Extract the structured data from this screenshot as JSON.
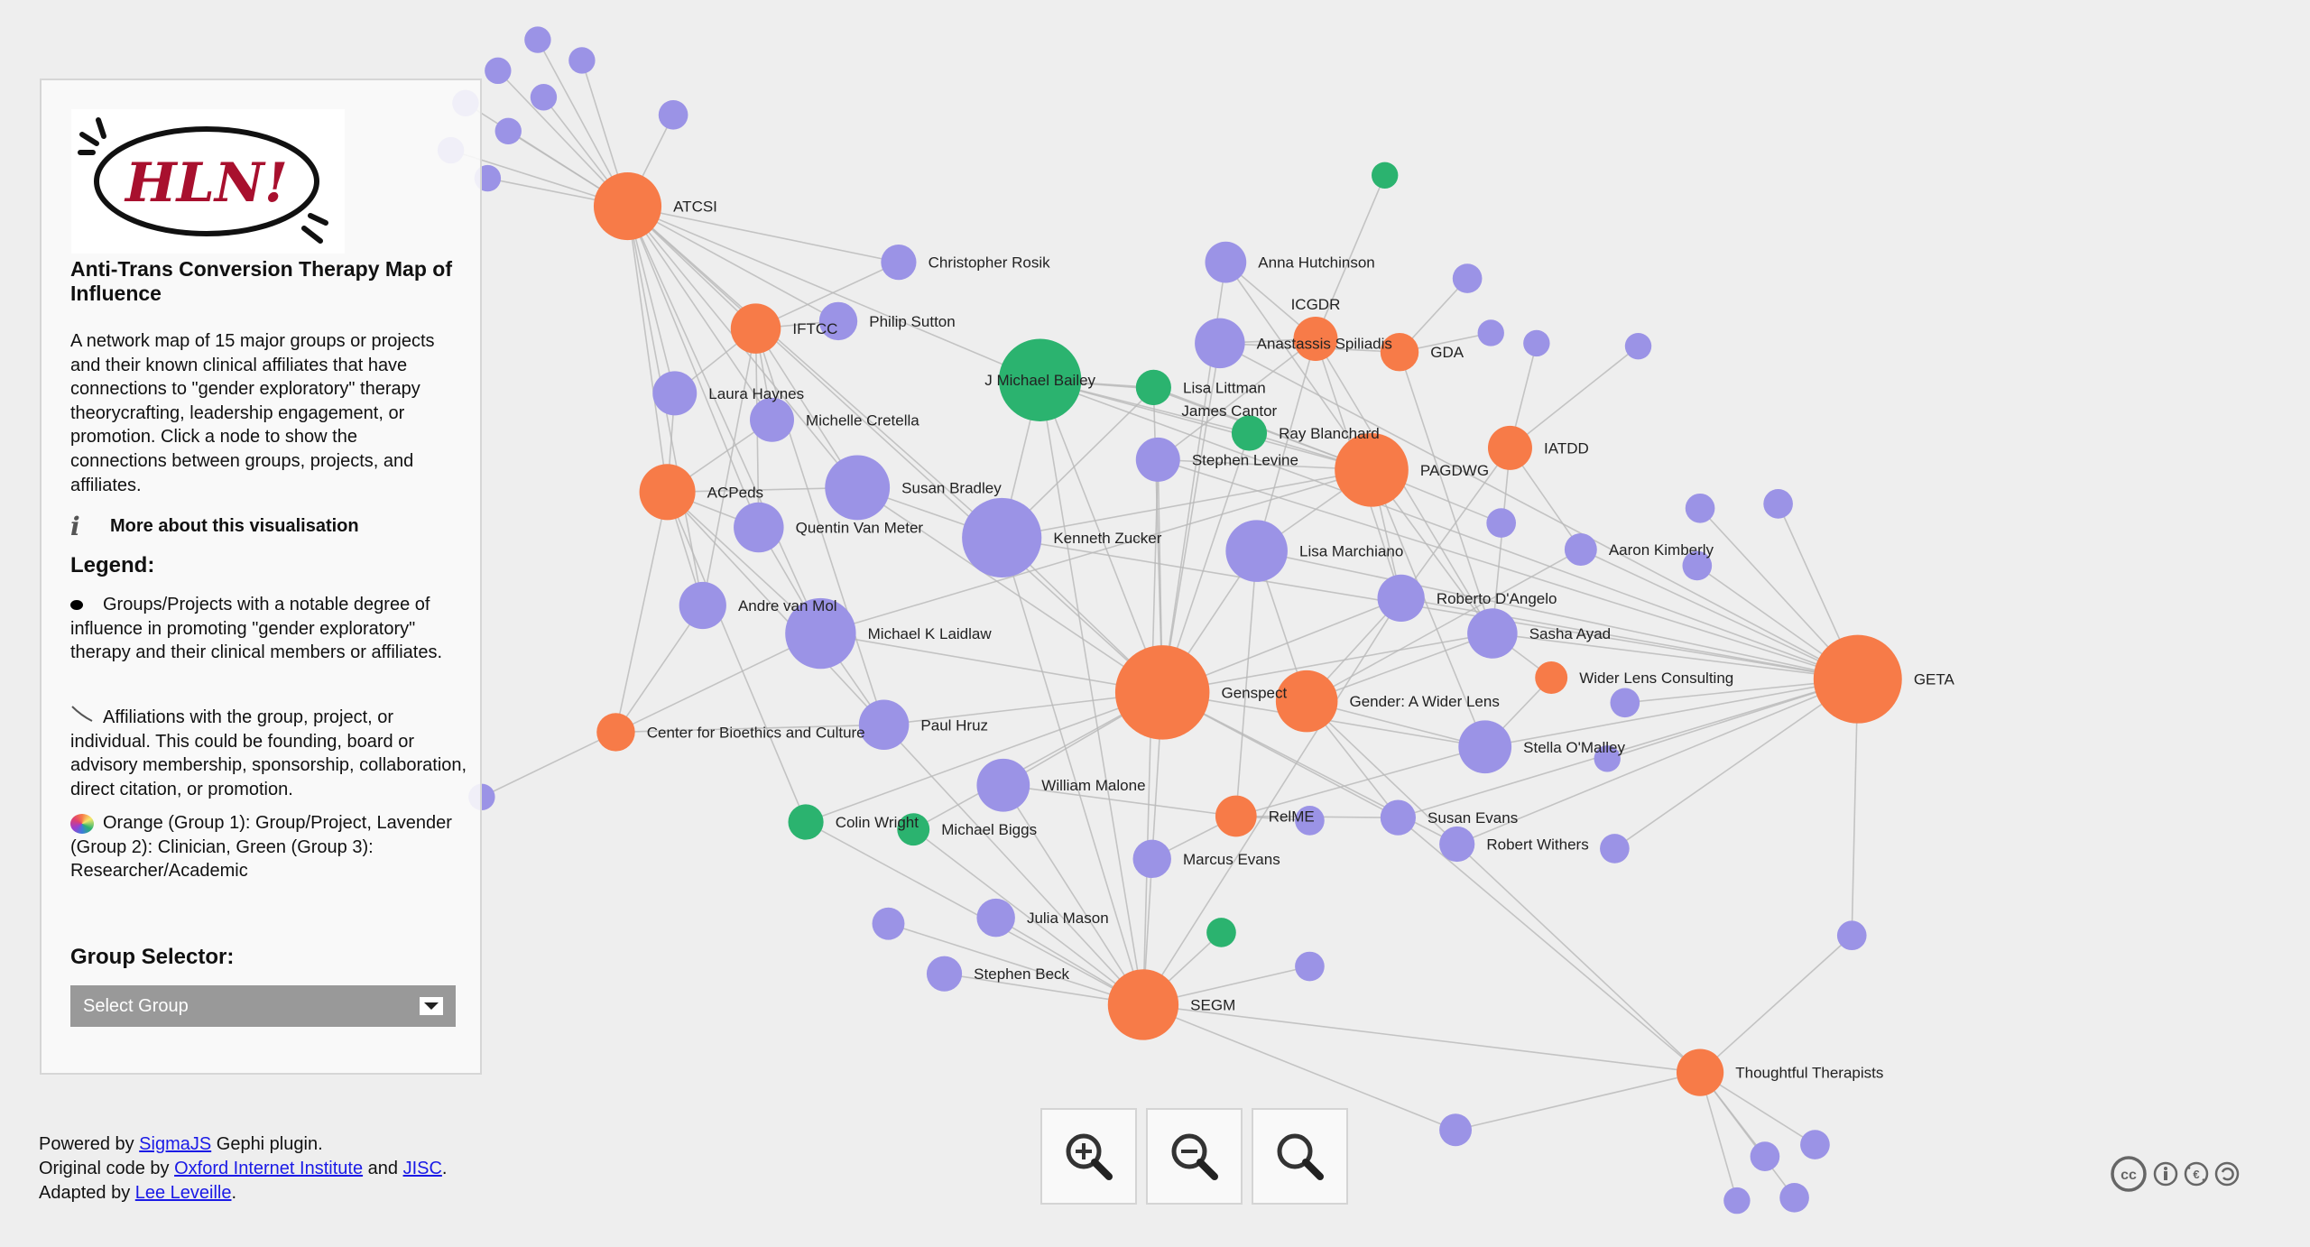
{
  "panel": {
    "logo_text": "HLN!",
    "title": "Anti-Trans Conversion Therapy Map of Influence",
    "description": "A network map of 15 major groups or projects and their known clinical affiliates that have connections to \"gender exploratory\" therapy theorycrafting, leadership engagement, or promotion. Click a node to show the connections between groups, projects, and affiliates.",
    "more_link": "More about this visualisation",
    "legend_heading": "Legend:",
    "legend": [
      "Groups/Projects with a notable degree of influence in promoting \"gender exploratory\" therapy and their clinical members or affiliates.",
      "Affiliations with the group, project, or individual. This could be founding, board or advisory membership, sponsorship, collaboration, direct citation, or promotion.",
      "Orange (Group 1): Group/Project, Lavender (Group 2): Clinician, Green (Group 3): Researcher/Academic"
    ],
    "group_selector_heading": "Group Selector:",
    "group_selector_value": "Select Group"
  },
  "footer": {
    "line1_prefix": "Powered by ",
    "line1_link": "SigmaJS",
    "line1_suffix": " Gephi plugin.",
    "line2_prefix": "Original code by ",
    "line2_link1": "Oxford Internet Institute",
    "line2_mid": " and ",
    "line2_link2": "JISC",
    "line2_suffix": ".",
    "line3_prefix": "Adapted by ",
    "line3_link": "Lee Leveille",
    "line3_suffix": "."
  },
  "controls": {
    "zoom_in": "zoom-in",
    "zoom_out": "zoom-out",
    "reset": "zoom-reset"
  },
  "license": "cc-by-nc-sa",
  "colors": {
    "group1": "#f77b48",
    "group2": "#9b93e6",
    "group3": "#2bb36f",
    "edge": "#b9b9b9"
  },
  "graph": {
    "nodes": [
      {
        "id": "atcsi",
        "label": "ATCSI",
        "group": 1
      },
      {
        "id": "iftcc",
        "label": "IFTCC",
        "group": 1
      },
      {
        "id": "acpeds",
        "label": "ACPeds",
        "group": 1
      },
      {
        "id": "cbc",
        "label": "Center for Bioethics and Culture",
        "group": 1
      },
      {
        "id": "genspect",
        "label": "Genspect",
        "group": 1
      },
      {
        "id": "gawl",
        "label": "Gender: A Wider Lens",
        "group": 1
      },
      {
        "id": "relme",
        "label": "RelME",
        "group": 1
      },
      {
        "id": "segm",
        "label": "SEGM",
        "group": 1
      },
      {
        "id": "icgdr",
        "label": "ICGDR",
        "group": 1
      },
      {
        "id": "gda",
        "label": "GDA",
        "group": 1
      },
      {
        "id": "pagdwg",
        "label": "PAGDWG",
        "group": 1
      },
      {
        "id": "iatdd",
        "label": "IATDD",
        "group": 1
      },
      {
        "id": "wlc",
        "label": "Wider Lens Consulting",
        "group": 1
      },
      {
        "id": "geta",
        "label": "GETA",
        "group": 1
      },
      {
        "id": "tt",
        "label": "Thoughtful Therapists",
        "group": 1
      },
      {
        "id": "bailey",
        "label": "J Michael Bailey",
        "group": 3
      },
      {
        "id": "littman",
        "label": "Lisa Littman",
        "group": 3
      },
      {
        "id": "cantor",
        "label": "James Cantor",
        "group": 3
      },
      {
        "id": "blanchard",
        "label": "Ray Blanchard",
        "group": 3
      },
      {
        "id": "wright",
        "label": "Colin Wright",
        "group": 3
      },
      {
        "id": "biggs",
        "label": "Michael Biggs",
        "group": 3
      },
      {
        "id": "g1",
        "label": "",
        "group": 3
      },
      {
        "id": "g2",
        "label": "",
        "group": 3
      },
      {
        "id": "rosik",
        "label": "Christopher Rosik",
        "group": 2
      },
      {
        "id": "sutton",
        "label": "Philip Sutton",
        "group": 2
      },
      {
        "id": "haynes",
        "label": "Laura Haynes",
        "group": 2
      },
      {
        "id": "cretella",
        "label": "Michelle Cretella",
        "group": 2
      },
      {
        "id": "bradley",
        "label": "Susan Bradley",
        "group": 2
      },
      {
        "id": "vanmeter",
        "label": "Quentin Van Meter",
        "group": 2
      },
      {
        "id": "vanmol",
        "label": "Andre van Mol",
        "group": 2
      },
      {
        "id": "laidlaw",
        "label": "Michael K Laidlaw",
        "group": 2
      },
      {
        "id": "zucker",
        "label": "Kenneth Zucker",
        "group": 2
      },
      {
        "id": "hruz",
        "label": "Paul Hruz",
        "group": 2
      },
      {
        "id": "malone",
        "label": "William Malone",
        "group": 2
      },
      {
        "id": "mevans",
        "label": "Marcus Evans",
        "group": 2
      },
      {
        "id": "mason",
        "label": "Julia Mason",
        "group": 2
      },
      {
        "id": "beck",
        "label": "Stephen Beck",
        "group": 2
      },
      {
        "id": "hutchinson",
        "label": "Anna Hutchinson",
        "group": 2
      },
      {
        "id": "spiliadis",
        "label": "Anastassis Spiliadis",
        "group": 2
      },
      {
        "id": "levine",
        "label": "Stephen Levine",
        "group": 2
      },
      {
        "id": "marchiano",
        "label": "Lisa Marchiano",
        "group": 2
      },
      {
        "id": "dangelo",
        "label": "Roberto D'Angelo",
        "group": 2
      },
      {
        "id": "ayad",
        "label": "Sasha Ayad",
        "group": 2
      },
      {
        "id": "omalley",
        "label": "Stella O'Malley",
        "group": 2
      },
      {
        "id": "sevans",
        "label": "Susan Evans",
        "group": 2
      },
      {
        "id": "withers",
        "label": "Robert Withers",
        "group": 2
      },
      {
        "id": "kimberly",
        "label": "Aaron Kimberly",
        "group": 2
      },
      {
        "id": "u1",
        "label": "",
        "group": 2
      },
      {
        "id": "u2",
        "label": "",
        "group": 2
      },
      {
        "id": "u3",
        "label": "",
        "group": 2
      },
      {
        "id": "u4",
        "label": "",
        "group": 2
      },
      {
        "id": "u5",
        "label": "",
        "group": 2
      },
      {
        "id": "u6",
        "label": "",
        "group": 2
      },
      {
        "id": "u7",
        "label": "",
        "group": 2
      },
      {
        "id": "u8",
        "label": "",
        "group": 2
      },
      {
        "id": "u9",
        "label": "",
        "group": 2
      },
      {
        "id": "u10",
        "label": "",
        "group": 2
      },
      {
        "id": "u11",
        "label": "",
        "group": 2
      },
      {
        "id": "u12",
        "label": "",
        "group": 2
      },
      {
        "id": "u13",
        "label": "",
        "group": 2
      },
      {
        "id": "u14",
        "label": "",
        "group": 2
      },
      {
        "id": "u15",
        "label": "",
        "group": 2
      },
      {
        "id": "u16",
        "label": "",
        "group": 2
      },
      {
        "id": "u17",
        "label": "",
        "group": 2
      },
      {
        "id": "u18",
        "label": "",
        "group": 2
      },
      {
        "id": "u19",
        "label": "",
        "group": 2
      },
      {
        "id": "u20",
        "label": "",
        "group": 2
      },
      {
        "id": "u21",
        "label": "",
        "group": 2
      },
      {
        "id": "u22",
        "label": "",
        "group": 2
      },
      {
        "id": "u23",
        "label": "",
        "group": 2
      },
      {
        "id": "u24",
        "label": "",
        "group": 2
      },
      {
        "id": "u25",
        "label": "",
        "group": 2
      },
      {
        "id": "u26",
        "label": "",
        "group": 2
      },
      {
        "id": "u27",
        "label": "",
        "group": 2
      },
      {
        "id": "u28",
        "label": "",
        "group": 2
      },
      {
        "id": "u29",
        "label": "",
        "group": 2
      },
      {
        "id": "u30",
        "label": "",
        "group": 2
      }
    ],
    "edges": [
      [
        "atcsi",
        "u1"
      ],
      [
        "atcsi",
        "u2"
      ],
      [
        "atcsi",
        "u3"
      ],
      [
        "atcsi",
        "u4"
      ],
      [
        "atcsi",
        "u5"
      ],
      [
        "atcsi",
        "u6"
      ],
      [
        "atcsi",
        "u7"
      ],
      [
        "atcsi",
        "u8"
      ],
      [
        "atcsi",
        "u9"
      ],
      [
        "atcsi",
        "iftcc"
      ],
      [
        "atcsi",
        "haynes"
      ],
      [
        "atcsi",
        "cretella"
      ],
      [
        "atcsi",
        "bradley"
      ],
      [
        "atcsi",
        "acpeds"
      ],
      [
        "atcsi",
        "zucker"
      ],
      [
        "atcsi",
        "rosik"
      ],
      [
        "atcsi",
        "genspect"
      ],
      [
        "atcsi",
        "laidlaw"
      ],
      [
        "atcsi",
        "vanmeter"
      ],
      [
        "atcsi",
        "vanmol"
      ],
      [
        "atcsi",
        "sutton"
      ],
      [
        "atcsi",
        "bailey"
      ],
      [
        "iftcc",
        "sutton"
      ],
      [
        "iftcc",
        "rosik"
      ],
      [
        "iftcc",
        "haynes"
      ],
      [
        "iftcc",
        "cretella"
      ],
      [
        "iftcc",
        "vanmol"
      ],
      [
        "iftcc",
        "vanmeter"
      ],
      [
        "iftcc",
        "bradley"
      ],
      [
        "iftcc",
        "hruz"
      ],
      [
        "acpeds",
        "cretella"
      ],
      [
        "acpeds",
        "vanmeter"
      ],
      [
        "acpeds",
        "vanmol"
      ],
      [
        "acpeds",
        "laidlaw"
      ],
      [
        "acpeds",
        "hruz"
      ],
      [
        "acpeds",
        "haynes"
      ],
      [
        "acpeds",
        "bradley"
      ],
      [
        "acpeds",
        "cbc"
      ],
      [
        "acpeds",
        "wright"
      ],
      [
        "cbc",
        "hruz"
      ],
      [
        "cbc",
        "laidlaw"
      ],
      [
        "cbc",
        "u10"
      ],
      [
        "cbc",
        "vanmol"
      ],
      [
        "genspect",
        "zucker"
      ],
      [
        "genspect",
        "marchiano"
      ],
      [
        "genspect",
        "omalley"
      ],
      [
        "genspect",
        "ayad"
      ],
      [
        "genspect",
        "dangelo"
      ],
      [
        "genspect",
        "sevans"
      ],
      [
        "genspect",
        "withers"
      ],
      [
        "genspect",
        "mevans"
      ],
      [
        "genspect",
        "malone"
      ],
      [
        "genspect",
        "bailey"
      ],
      [
        "genspect",
        "littman"
      ],
      [
        "genspect",
        "levine"
      ],
      [
        "genspect",
        "hutchinson"
      ],
      [
        "genspect",
        "spiliadis"
      ],
      [
        "genspect",
        "wright"
      ],
      [
        "genspect",
        "biggs"
      ],
      [
        "genspect",
        "hruz"
      ],
      [
        "genspect",
        "laidlaw"
      ],
      [
        "genspect",
        "bradley"
      ],
      [
        "genspect",
        "blanchard"
      ],
      [
        "gawl",
        "ayad"
      ],
      [
        "gawl",
        "omalley"
      ],
      [
        "gawl",
        "marchiano"
      ],
      [
        "gawl",
        "dangelo"
      ],
      [
        "gawl",
        "sevans"
      ],
      [
        "gawl",
        "withers"
      ],
      [
        "gawl",
        "kimberly"
      ],
      [
        "relme",
        "mevans"
      ],
      [
        "relme",
        "sevans"
      ],
      [
        "relme",
        "malone"
      ],
      [
        "relme",
        "omalley"
      ],
      [
        "relme",
        "u11"
      ],
      [
        "relme",
        "marchiano"
      ],
      [
        "segm",
        "malone"
      ],
      [
        "segm",
        "mevans"
      ],
      [
        "segm",
        "mason"
      ],
      [
        "segm",
        "beck"
      ],
      [
        "segm",
        "biggs"
      ],
      [
        "segm",
        "wright"
      ],
      [
        "segm",
        "u12"
      ],
      [
        "segm",
        "u13"
      ],
      [
        "segm",
        "g2"
      ],
      [
        "segm",
        "zucker"
      ],
      [
        "segm",
        "hruz"
      ],
      [
        "segm",
        "dangelo"
      ],
      [
        "segm",
        "levine"
      ],
      [
        "segm",
        "bailey"
      ],
      [
        "segm",
        "u14"
      ],
      [
        "segm",
        "tt"
      ],
      [
        "icgdr",
        "spiliadis"
      ],
      [
        "icgdr",
        "hutchinson"
      ],
      [
        "icgdr",
        "marchiano"
      ],
      [
        "icgdr",
        "dangelo"
      ],
      [
        "icgdr",
        "ayad"
      ],
      [
        "icgdr",
        "g1"
      ],
      [
        "icgdr",
        "levine"
      ],
      [
        "gda",
        "u15"
      ],
      [
        "gda",
        "u16"
      ],
      [
        "gda",
        "spiliadis"
      ],
      [
        "gda",
        "ayad"
      ],
      [
        "pagdwg",
        "blanchard"
      ],
      [
        "pagdwg",
        "bailey"
      ],
      [
        "pagdwg",
        "zucker"
      ],
      [
        "pagdwg",
        "levine"
      ],
      [
        "pagdwg",
        "marchiano"
      ],
      [
        "pagdwg",
        "dangelo"
      ],
      [
        "pagdwg",
        "ayad"
      ],
      [
        "pagdwg",
        "omalley"
      ],
      [
        "pagdwg",
        "littman"
      ],
      [
        "pagdwg",
        "cantor"
      ],
      [
        "pagdwg",
        "u17"
      ],
      [
        "pagdwg",
        "hutchinson"
      ],
      [
        "pagdwg",
        "laidlaw"
      ],
      [
        "iatdd",
        "u18"
      ],
      [
        "iatdd",
        "u19"
      ],
      [
        "iatdd",
        "dangelo"
      ],
      [
        "iatdd",
        "ayad"
      ],
      [
        "iatdd",
        "kimberly"
      ],
      [
        "wlc",
        "ayad"
      ],
      [
        "wlc",
        "omalley"
      ],
      [
        "geta",
        "u20"
      ],
      [
        "geta",
        "u21"
      ],
      [
        "geta",
        "u22"
      ],
      [
        "geta",
        "kimberly"
      ],
      [
        "geta",
        "u23"
      ],
      [
        "geta",
        "u24"
      ],
      [
        "geta",
        "omalley"
      ],
      [
        "geta",
        "ayad"
      ],
      [
        "geta",
        "dangelo"
      ],
      [
        "geta",
        "marchiano"
      ],
      [
        "geta",
        "zucker"
      ],
      [
        "geta",
        "levine"
      ],
      [
        "geta",
        "u25"
      ],
      [
        "geta",
        "withers"
      ],
      [
        "geta",
        "sevans"
      ],
      [
        "geta",
        "u26"
      ],
      [
        "geta",
        "spiliadis"
      ],
      [
        "geta",
        "bailey"
      ],
      [
        "tt",
        "u27"
      ],
      [
        "tt",
        "u28"
      ],
      [
        "tt",
        "u29"
      ],
      [
        "tt",
        "u30"
      ],
      [
        "tt",
        "u14"
      ],
      [
        "tt",
        "u26"
      ],
      [
        "tt",
        "withers"
      ],
      [
        "tt",
        "sevans"
      ],
      [
        "bailey",
        "zucker"
      ],
      [
        "bailey",
        "blanchard"
      ],
      [
        "bailey",
        "cantor"
      ],
      [
        "bailey",
        "littman"
      ],
      [
        "zucker",
        "cantor"
      ],
      [
        "zucker",
        "bradley"
      ],
      [
        "laidlaw",
        "vanmeter"
      ],
      [
        "laidlaw",
        "hruz"
      ]
    ]
  }
}
